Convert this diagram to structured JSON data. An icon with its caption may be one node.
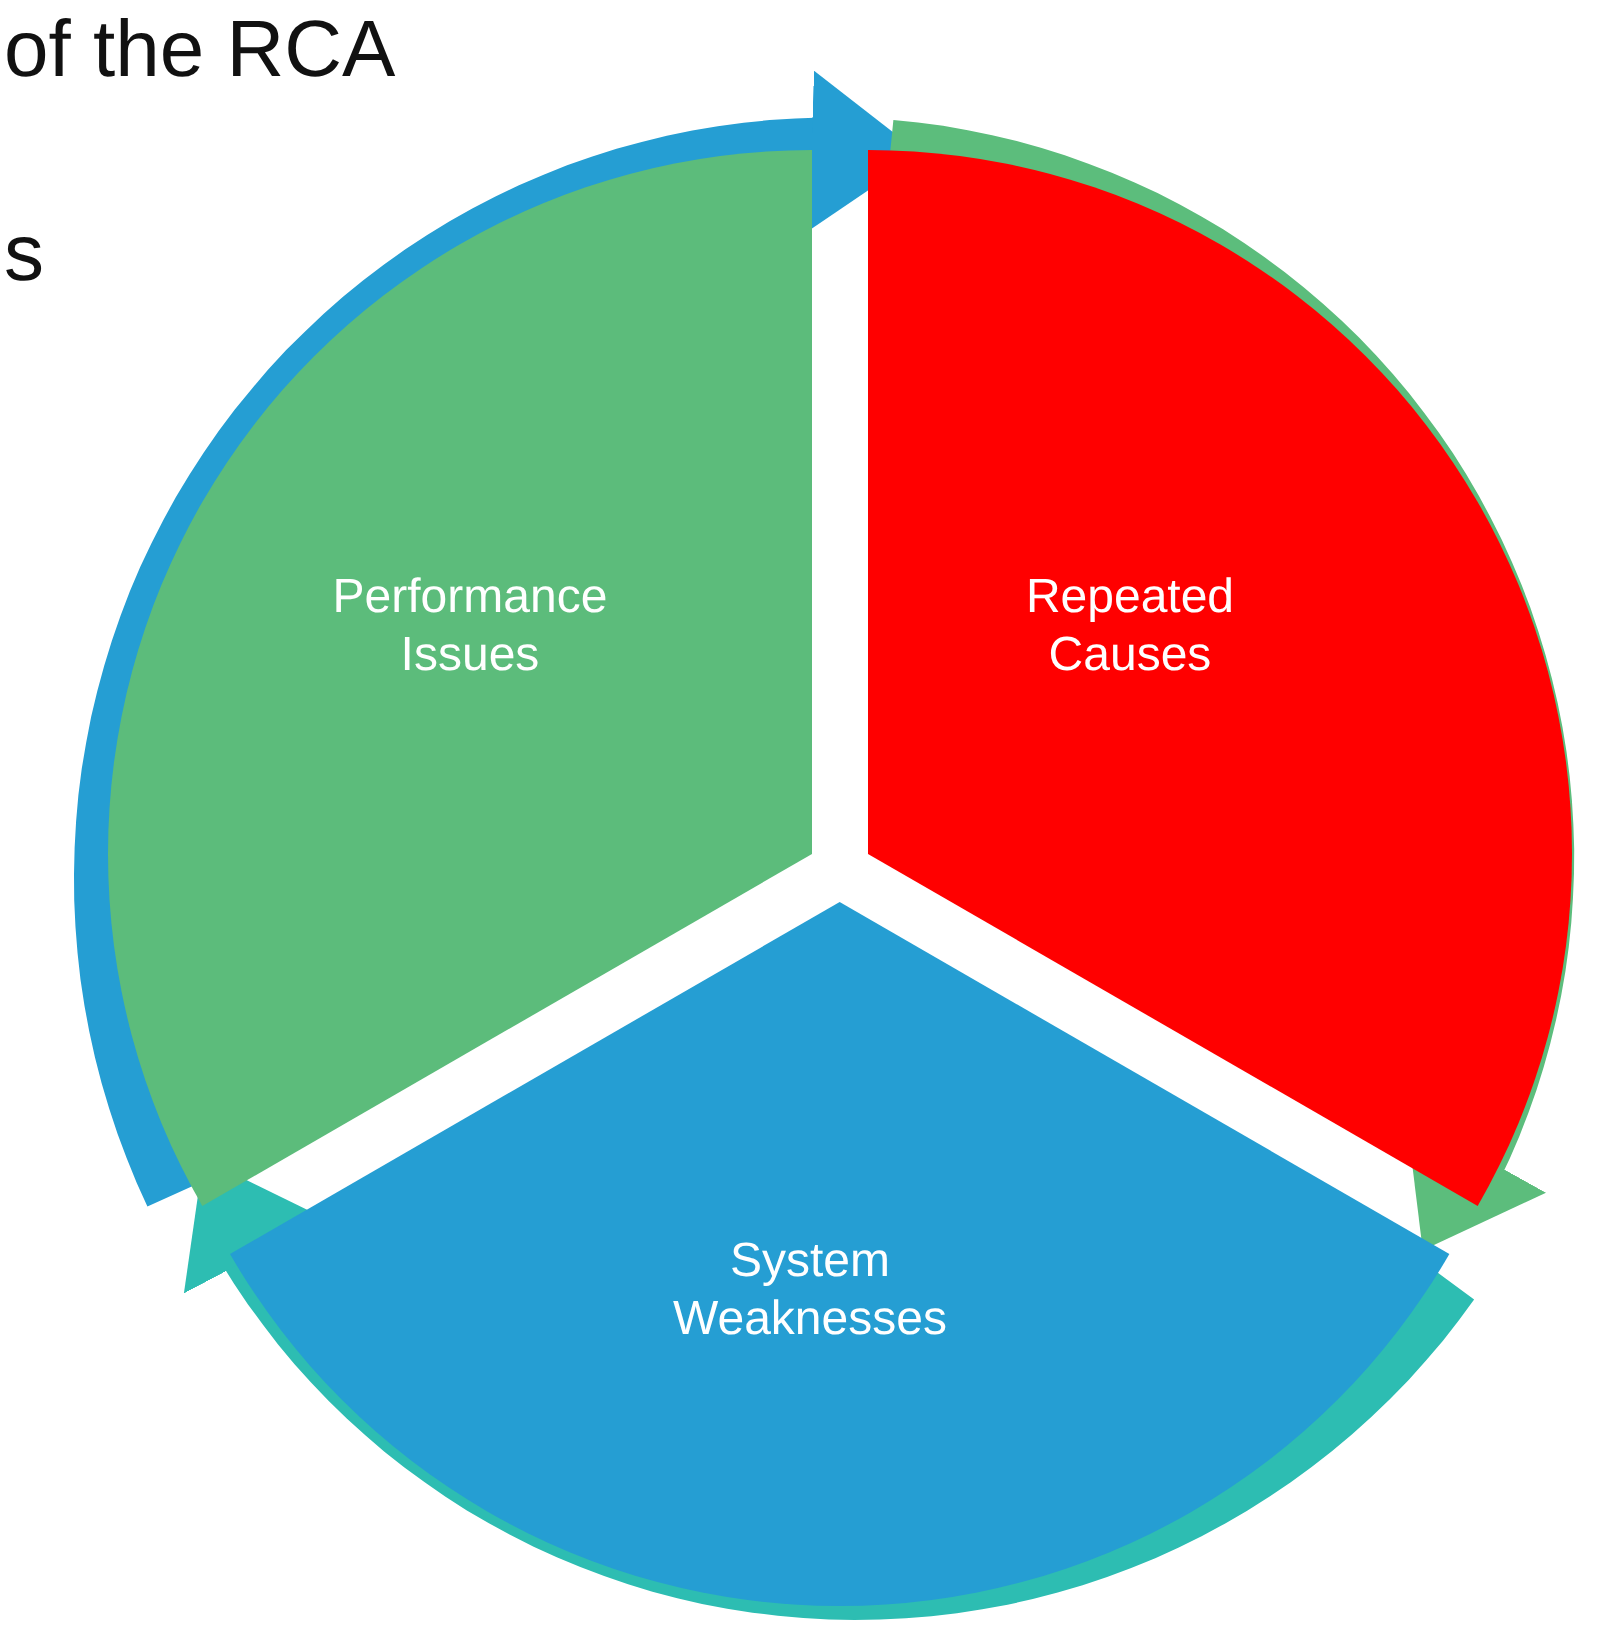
{
  "diagram": {
    "nodes": [
      {
        "text": [
          "Performance Issues"
        ]
      },
      {
        "text": [
          "Repeated Causes"
        ]
      },
      {
        "text": [
          "System Weaknesses"
        ]
      }
    ],
    "edges": [
      {
        "from": 0,
        "to": 1,
        "arrow": "to",
        "color": "#259ed3"
      },
      {
        "from": 1,
        "to": 2,
        "arrow": "to",
        "color": "#5cbd7c"
      },
      {
        "from": 2,
        "to": 0,
        "arrow": "to",
        "color": "#2dbdb2"
      }
    ],
    "labels": [
      "of the RCA",
      "s"
    ]
  }
}
